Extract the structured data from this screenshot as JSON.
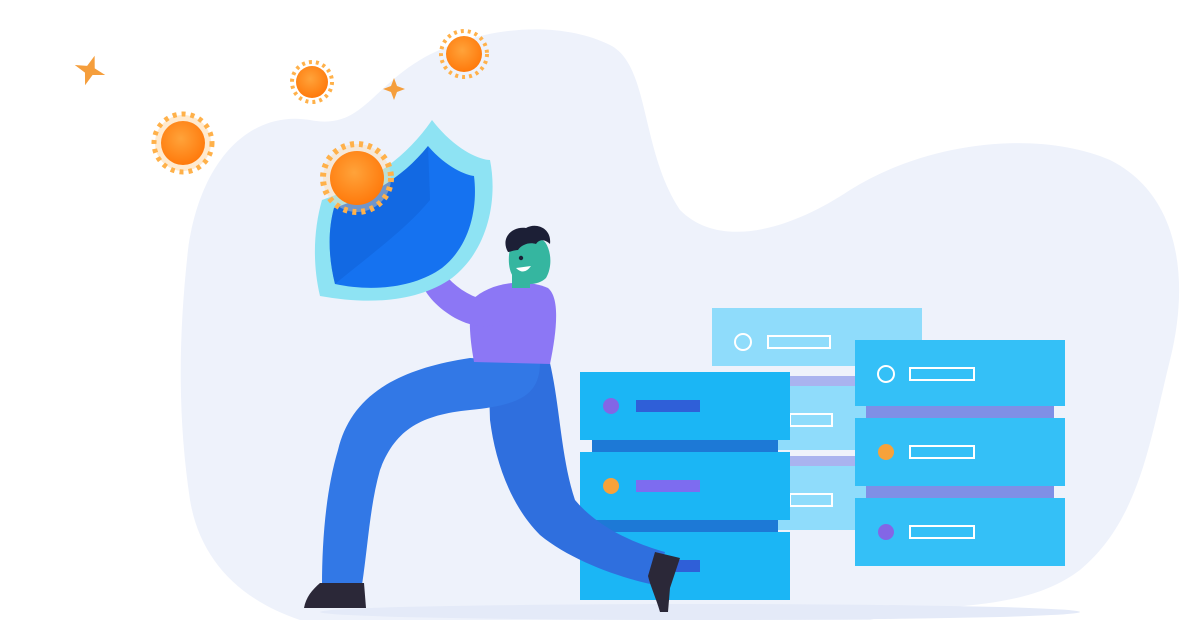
{
  "illustration": {
    "subject": "security-protection",
    "elements": [
      "background-blob",
      "person-with-shield",
      "virus-particles",
      "sparkles",
      "server-stack-front",
      "server-stack-back",
      "server-stack-right"
    ]
  },
  "colors": {
    "background_blob": "#eef2fb",
    "shield_outer": "#8ee3f3",
    "shield_inner": "#1572f0",
    "virus": "#ff8a18",
    "virus_spike": "#ffb74d",
    "sparkle": "#f59e3c",
    "shirt": "#8c77f5",
    "pants": "#2f6fde",
    "skin": "#35b6a0",
    "hair": "#1c1f36",
    "shoes": "#2b2838",
    "server_front": "#1bb6f5",
    "server_gap": "#1d79d6",
    "server_back": "#8fdcfb",
    "server_right": "#34c0f7",
    "led_purple": "#8366e6",
    "led_orange": "#f7a23a",
    "slot_dark": "#2f5fd8"
  }
}
